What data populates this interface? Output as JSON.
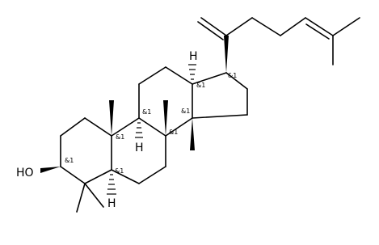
{
  "atom_labels": {
    "hydroxyl": "HO",
    "h_c17": "H",
    "h_c9": "H",
    "h_c5": "H"
  },
  "stereo_labels": {
    "c17": "&1",
    "c13": "&1",
    "c14": "&1",
    "c9": "&1",
    "c8": "&1",
    "c10": "&1",
    "c3": "&1",
    "c5": "&1"
  },
  "colors": {
    "bond": "#000000",
    "background": "#ffffff"
  }
}
